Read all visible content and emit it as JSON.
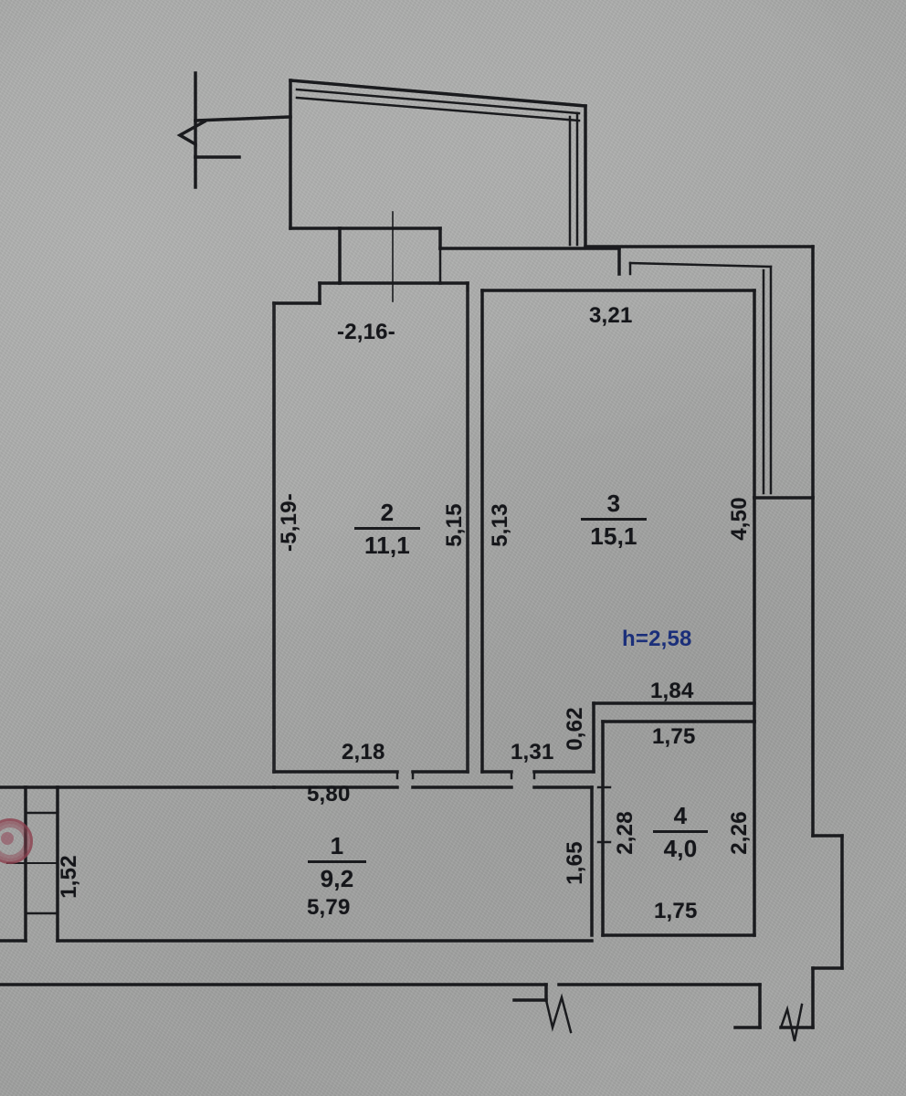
{
  "document": {
    "type": "apartment-floor-plan",
    "medium": "photographed printed technical drawing",
    "background_color": "#a8a9a8",
    "line_color": "#1a1b1e",
    "accent_color": "#1b2f7a"
  },
  "ceiling_height": {
    "label": "h=2,58",
    "color": "#1b2f7a"
  },
  "rooms": [
    {
      "id": "room-1",
      "number": "1",
      "area": "9,2"
    },
    {
      "id": "room-2",
      "number": "2",
      "area": "11,1"
    },
    {
      "id": "room-3",
      "number": "3",
      "area": "15,1"
    },
    {
      "id": "room-4",
      "number": "4",
      "area": "4,0"
    }
  ],
  "dimensions": {
    "room2_top": "-2,16-",
    "room2_left": "-5,19-",
    "room2_right": "5,15",
    "room2_bottom": "2,18",
    "room3_top": "3,21",
    "room3_left": "5,13",
    "room3_right": "4,50",
    "room3_bottom": "1,31",
    "corridor_gap": "0,62",
    "corridor_top": "1,84",
    "room1_top": "5,80",
    "room1_bottom": "5,79",
    "room1_left": "1,52",
    "room1_right": "1,65",
    "room4_top": "1,75",
    "room4_bottom": "1,75",
    "room4_left": "2,28",
    "room4_right": "2,26"
  },
  "annotations": {
    "break_symbols": 3,
    "stamp": "round-seal"
  }
}
